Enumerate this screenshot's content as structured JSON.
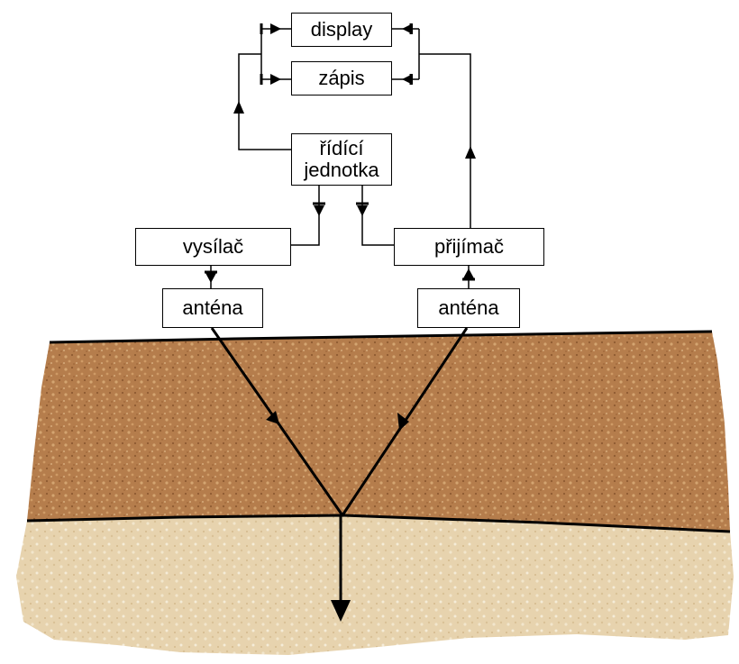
{
  "boxes": {
    "display": "display",
    "zapis": "zápis",
    "control_line1": "řídící",
    "control_line2": "jednotka",
    "transmitter": "vysílač",
    "receiver": "přijímač",
    "antenna_left": "anténa",
    "antenna_right": "anténa"
  },
  "colors": {
    "upper_layer": "#b57d4c",
    "upper_layer_speckle": "#d4a571",
    "lower_layer": "#e7d3ae",
    "lower_layer_speckle": "#f2e6cc",
    "lines": "#000000"
  }
}
